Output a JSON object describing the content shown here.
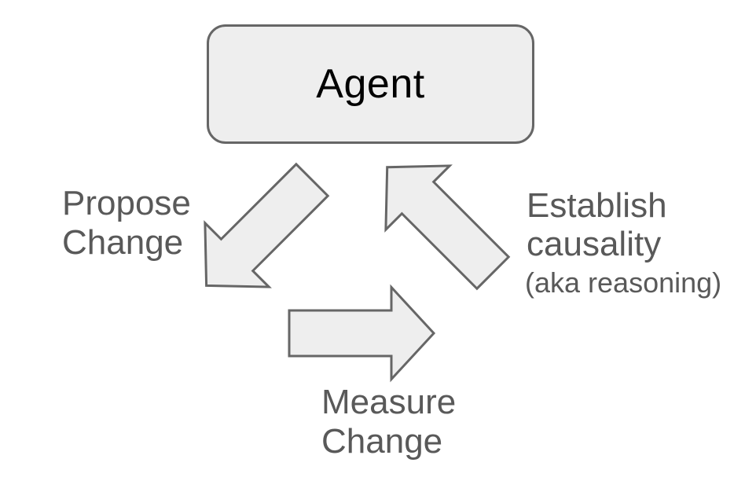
{
  "diagram": {
    "title_node": {
      "label": "Agent"
    },
    "arrows": [
      {
        "name": "propose-change",
        "direction": "down-left",
        "label": "Propose\nChange"
      },
      {
        "name": "measure-change",
        "direction": "right",
        "label": "Measure\nChange"
      },
      {
        "name": "establish-causality",
        "direction": "up-left",
        "label": "Establish\ncausality",
        "sublabel": "(aka reasoning)"
      }
    ],
    "colors": {
      "background": "#ffffff",
      "shape_fill": "#eeeeee",
      "shape_stroke": "#666666",
      "label_text": "#595959",
      "node_text": "#000000"
    }
  }
}
